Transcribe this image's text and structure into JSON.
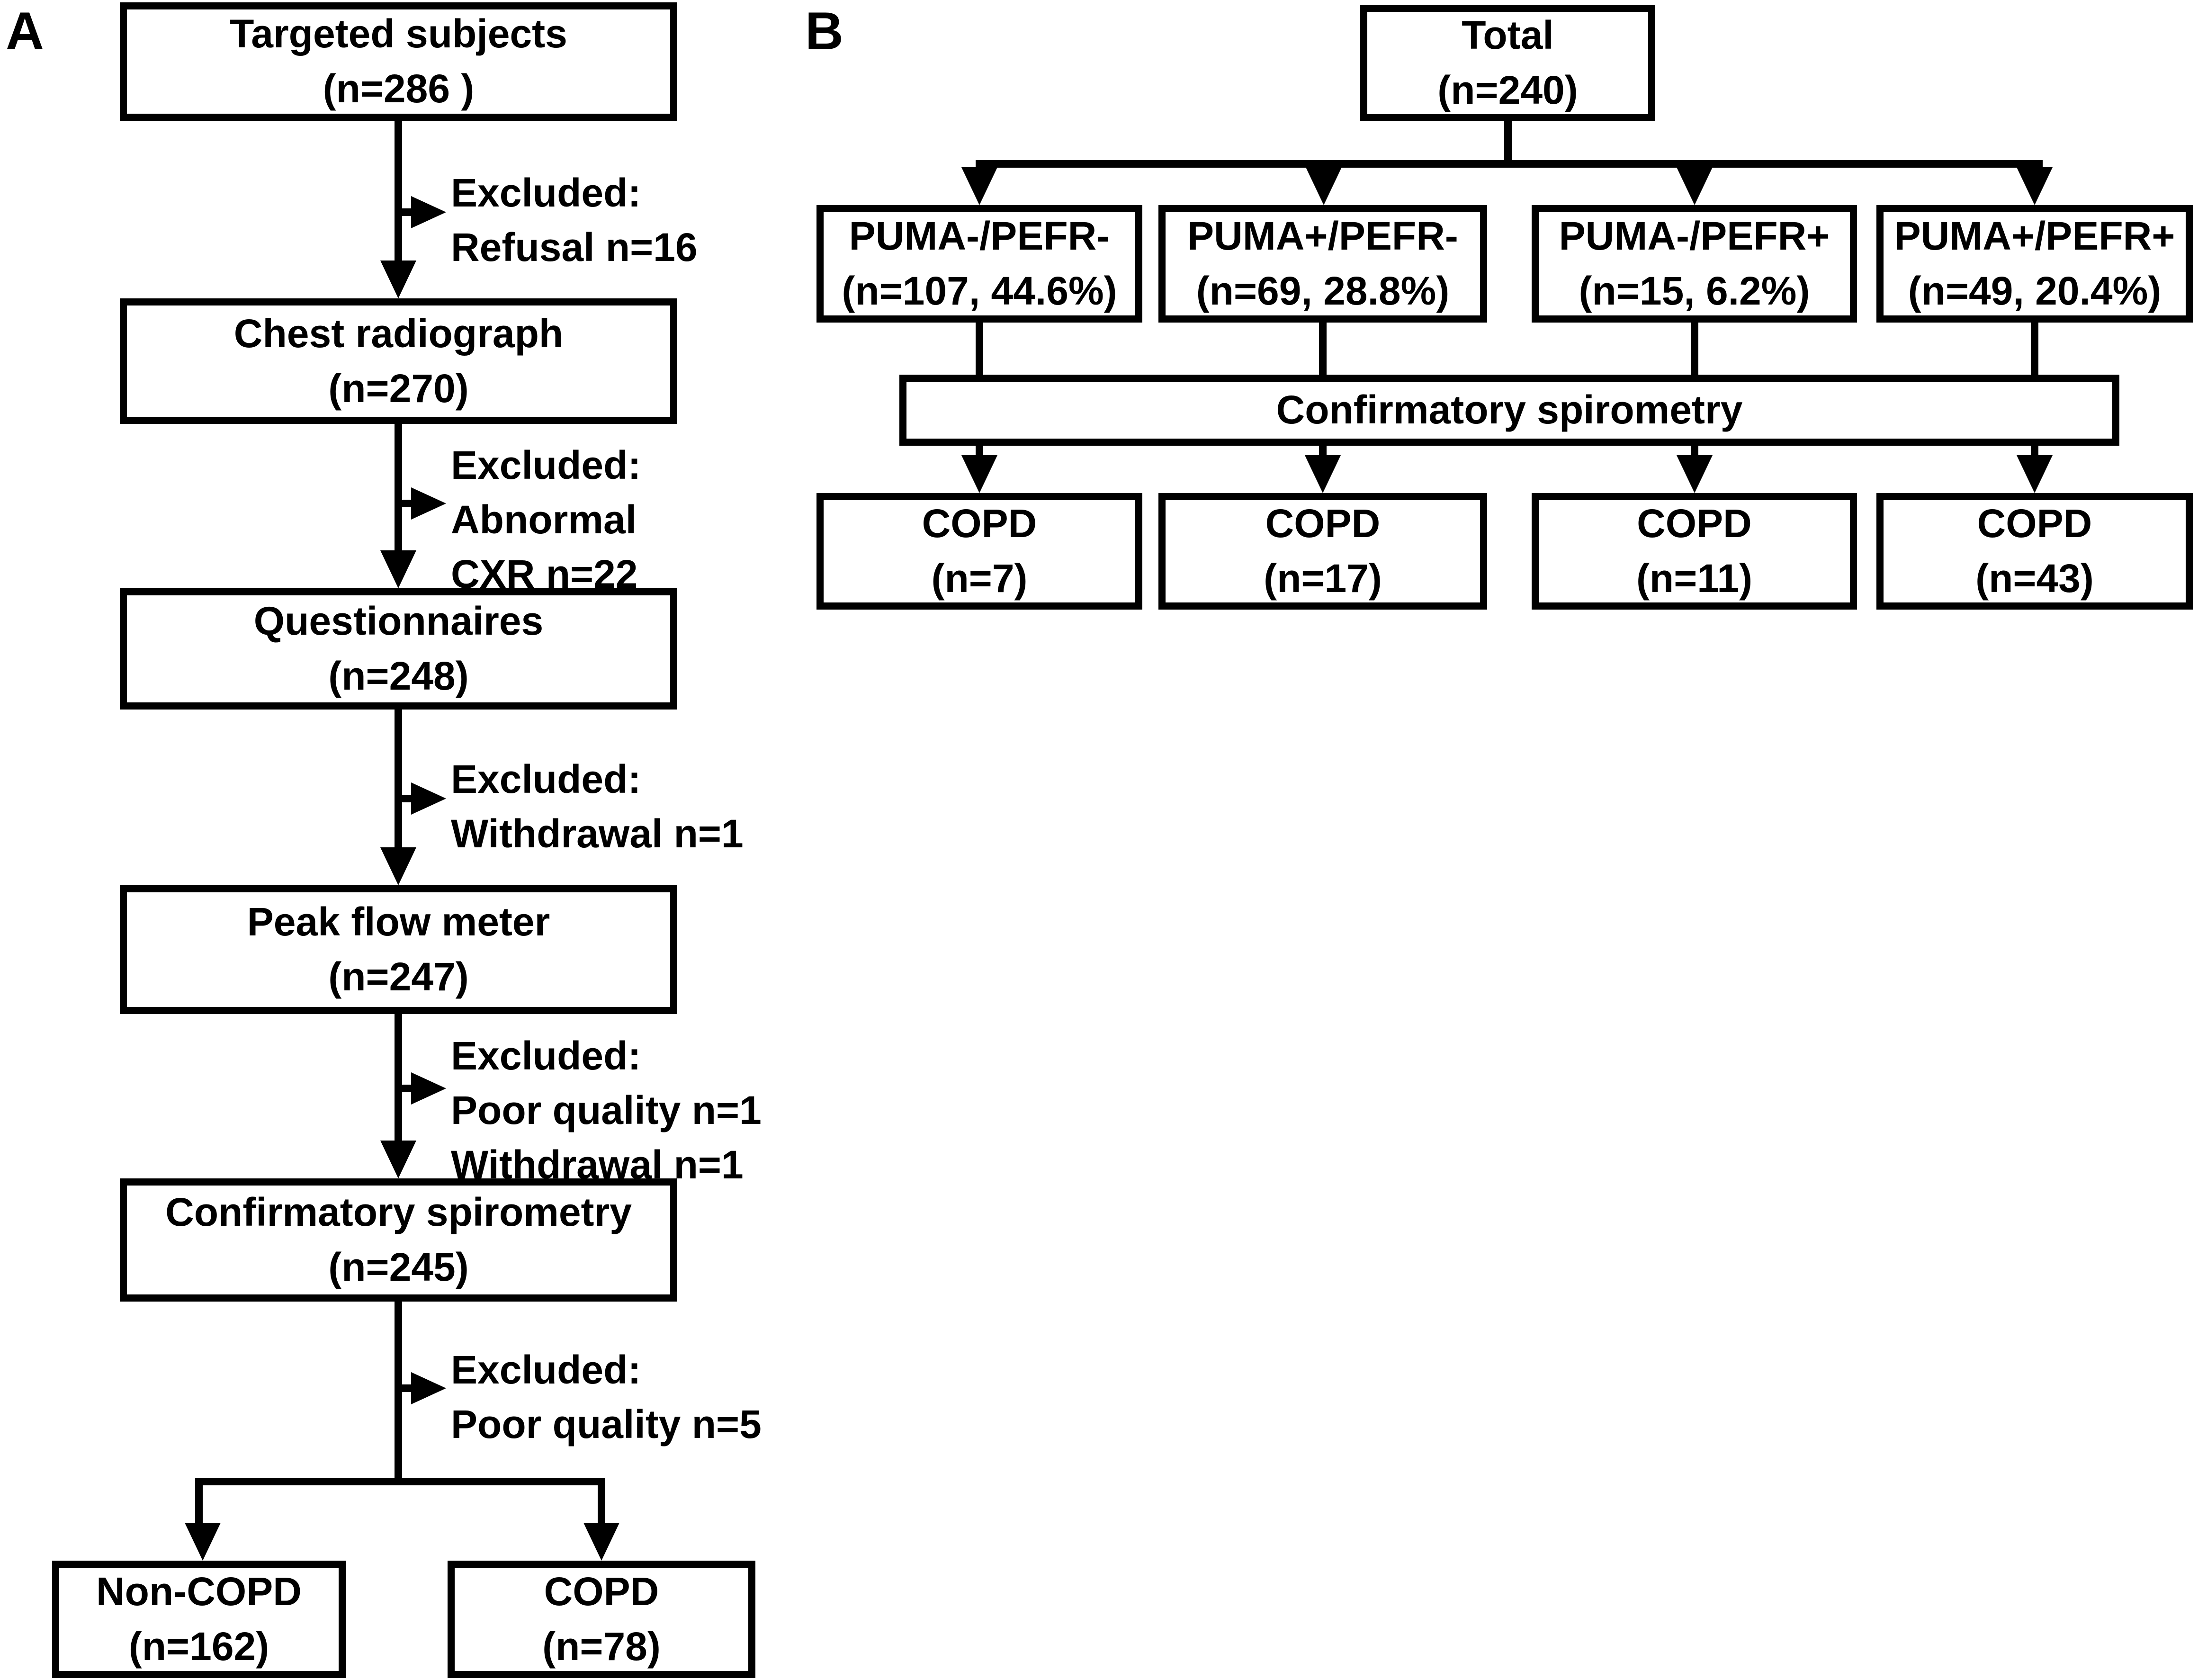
{
  "colors": {
    "foreground": "#000000",
    "background": "#ffffff"
  },
  "panel_a": {
    "label": "A",
    "steps": [
      {
        "title": "Targeted subjects",
        "count": "(n=286 )"
      },
      {
        "title": "Chest radiograph",
        "count": "(n=270)"
      },
      {
        "title": "Questionnaires",
        "count": "(n=248)"
      },
      {
        "title": "Peak flow meter",
        "count": "(n=247)"
      },
      {
        "title": "Confirmatory spirometry",
        "count": "(n=245)"
      }
    ],
    "exclusions": [
      "Excluded:\nRefusal n=16",
      "Excluded:\nAbnormal\nCXR n=22",
      "Excluded:\nWithdrawal n=1",
      "Excluded:\nPoor quality n=1\nWithdrawal n=1",
      "Excluded:\nPoor quality n=5"
    ],
    "outcomes": [
      {
        "title": "Non-COPD",
        "count": "(n=162)"
      },
      {
        "title": "COPD",
        "count": "(n=78)"
      }
    ]
  },
  "panel_b": {
    "label": "B",
    "total": {
      "title": "Total",
      "count": "(n=240)"
    },
    "groups": [
      {
        "title": "PUMA-/PEFR-",
        "count": "(n=107, 44.6%)"
      },
      {
        "title": "PUMA+/PEFR-",
        "count": "(n=69, 28.8%)"
      },
      {
        "title": "PUMA-/PEFR+",
        "count": "(n=15, 6.2%)"
      },
      {
        "title": "PUMA+/PEFR+",
        "count": "(n=49, 20.4%)"
      }
    ],
    "spirometry_label": "Confirmatory spirometry",
    "outcomes": [
      {
        "title": "COPD",
        "count": "(n=7)"
      },
      {
        "title": "COPD",
        "count": "(n=17)"
      },
      {
        "title": "COPD",
        "count": "(n=11)"
      },
      {
        "title": "COPD",
        "count": "(n=43)"
      }
    ]
  }
}
